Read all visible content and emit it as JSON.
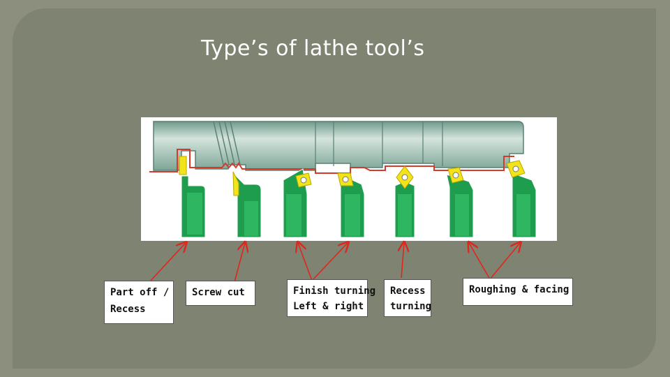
{
  "slide": {
    "title": "Type’s of lathe tool’s"
  },
  "colors": {
    "background": "#8c8f7e",
    "panel": "#7f8372",
    "workpiece": "#8fb5a6",
    "tool_green": "#1f9d4f",
    "insert_yellow": "#f2e31b",
    "outline_red": "#d23a2c",
    "arrow_red": "#e0261b"
  },
  "labels": {
    "part_off": {
      "line1": "Part off /",
      "line2": "Recess"
    },
    "screw_cut": {
      "line1": "Screw cut"
    },
    "finish_turning": {
      "line1": "Finish turning",
      "line2": "Left & right"
    },
    "recess_turning": {
      "line1": "Recess",
      "line2": "turning"
    },
    "roughing_facing": {
      "line1": "Roughing & facing"
    }
  }
}
